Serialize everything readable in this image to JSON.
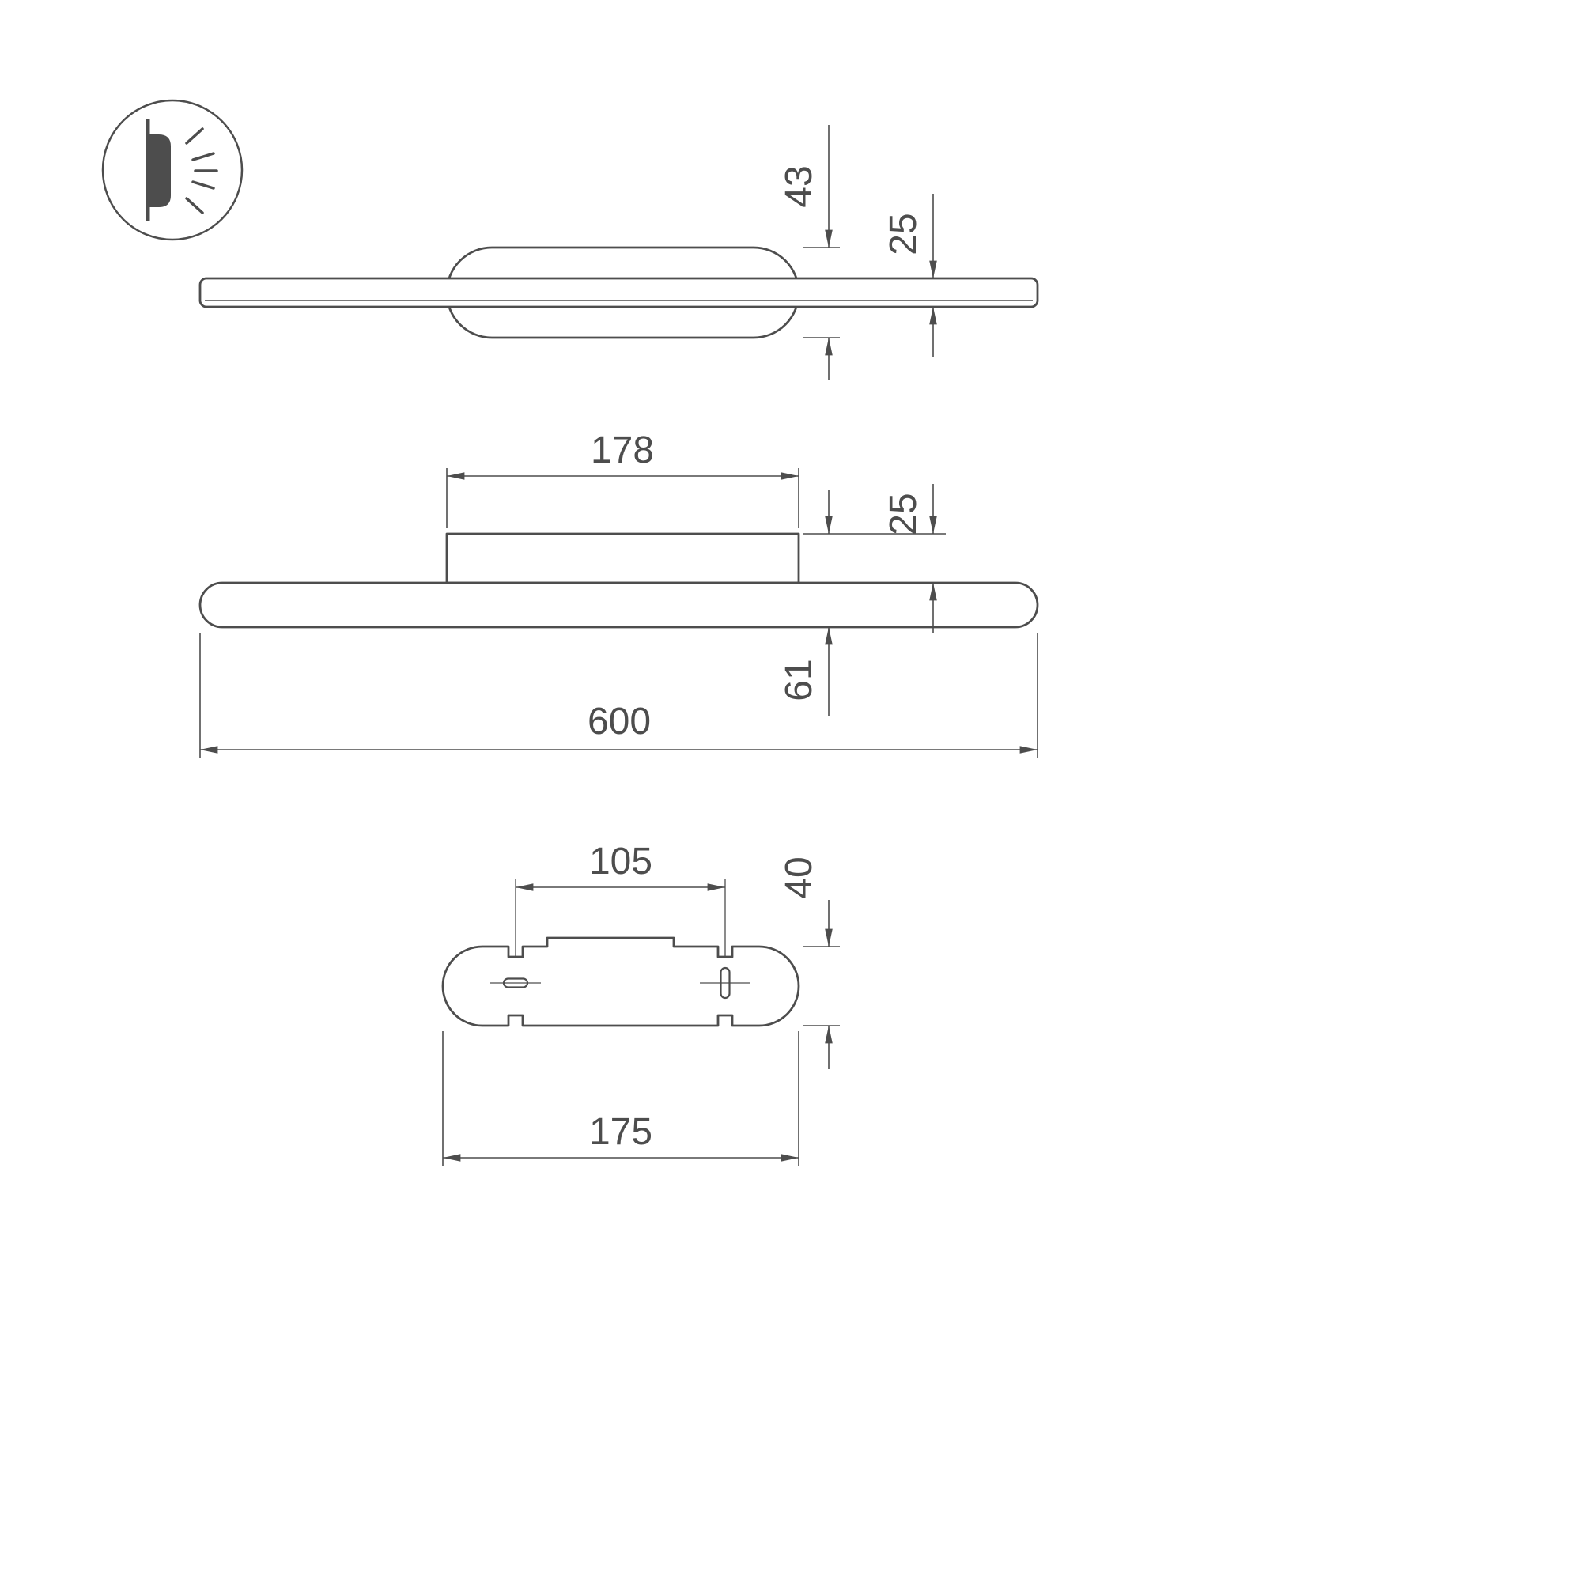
{
  "page": {
    "background": "#ffffff",
    "line_color": "#4d4d4d"
  },
  "icon": {
    "name": "wall-mounted-light-direction-icon"
  },
  "dims": {
    "side_body_depth": "43",
    "side_bar_depth": "25",
    "front_body_width": "178",
    "front_mount_height": "25",
    "front_total_height": "61",
    "front_total_width": "600",
    "bracket_slot_spacing": "105",
    "bracket_height": "40",
    "bracket_length": "175"
  }
}
